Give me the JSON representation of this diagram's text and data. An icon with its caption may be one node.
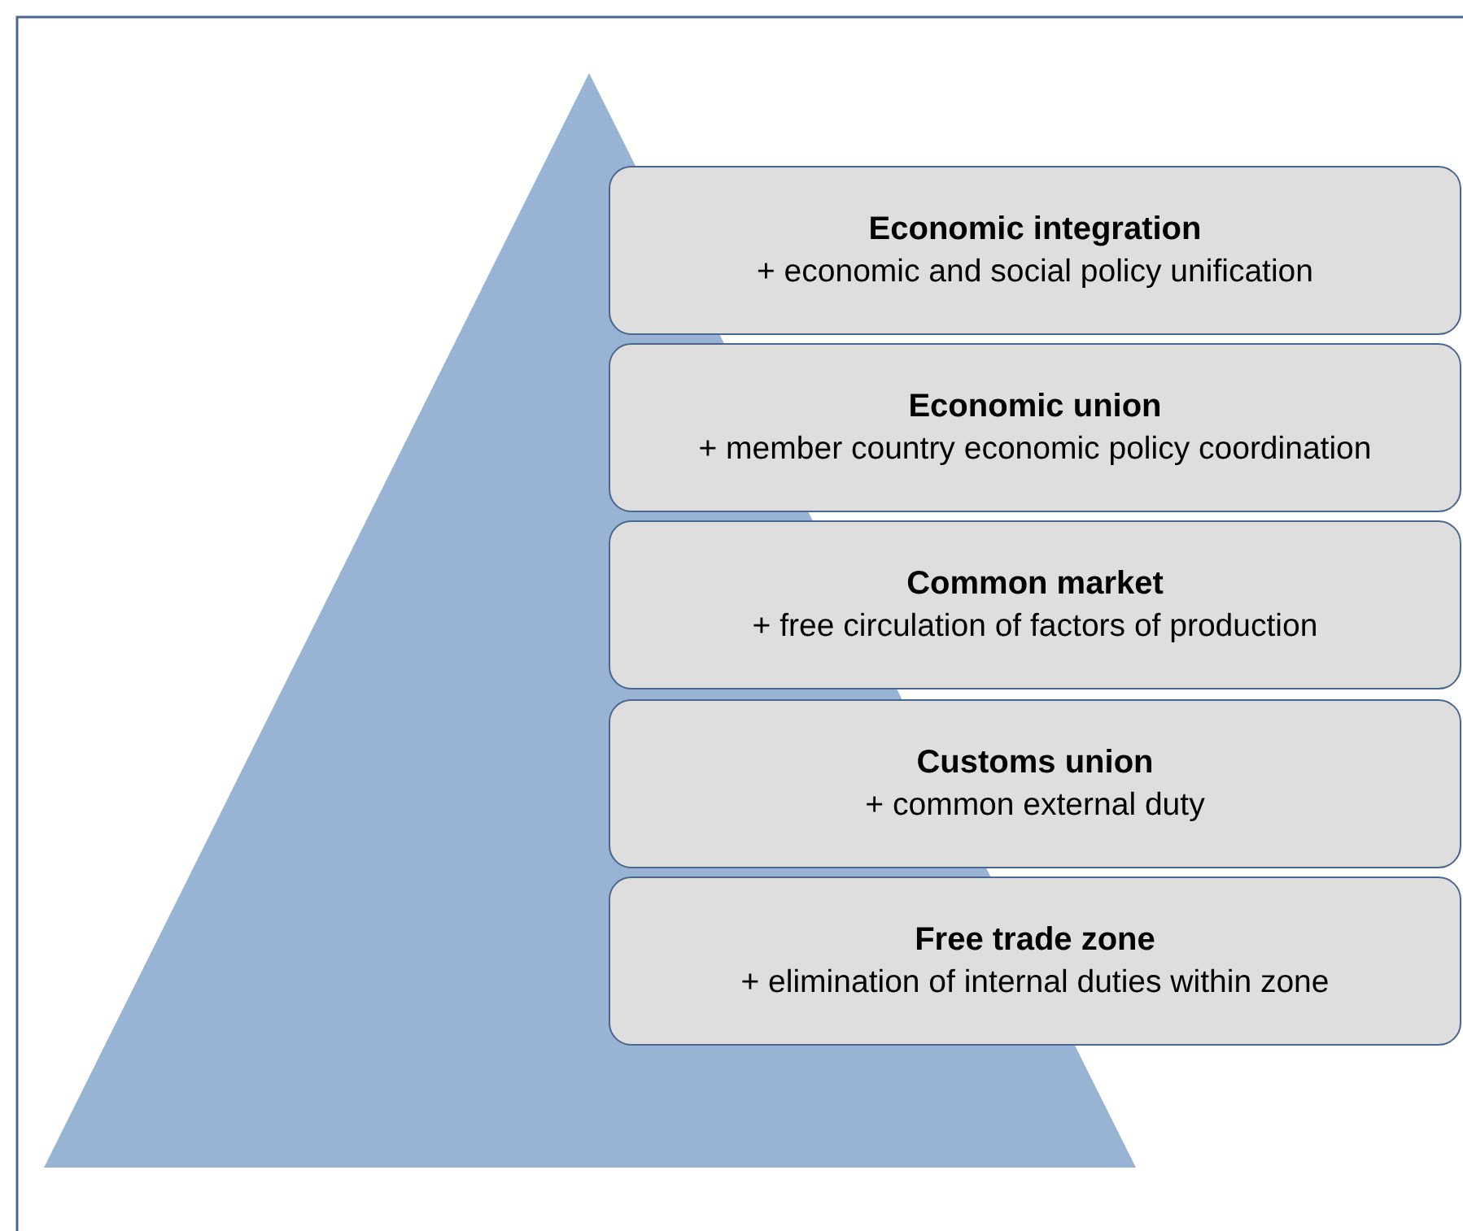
{
  "diagram": {
    "nodes": [
      {
        "text": [
          "Economic integration",
          "+ economic and social policy unification"
        ]
      },
      {
        "text": [
          "Economic union",
          "+ member country economic policy coordination"
        ]
      },
      {
        "text": [
          "Common market",
          "+ free circulation of factors of production"
        ]
      },
      {
        "text": [
          "Customs union",
          "+ common external duty"
        ]
      },
      {
        "text": [
          "Free trade zone",
          "+ elimination of internal duties within zone"
        ]
      }
    ]
  }
}
